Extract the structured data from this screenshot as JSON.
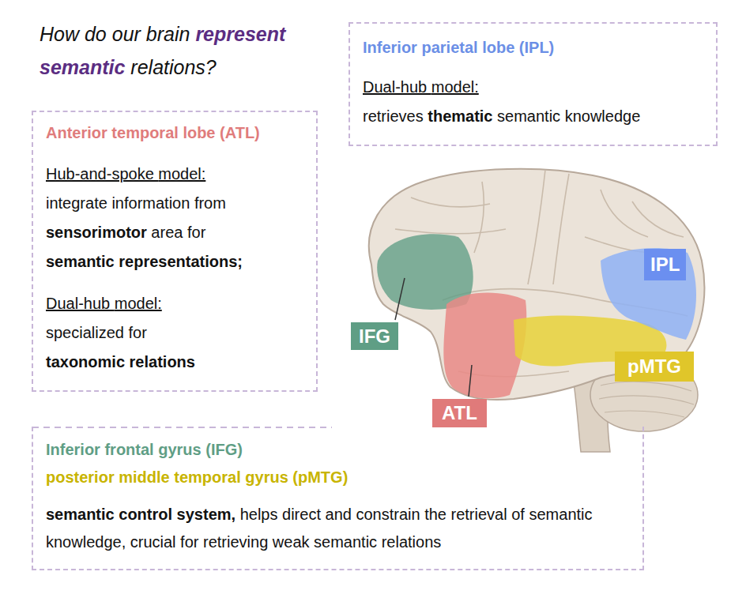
{
  "diagram": {
    "title": "How do our brain represent semantic relations?",
    "nodes": [
      {
        "text": [
          "Inferior parietal lobe (IPL)",
          "Dual-hub model:",
          "retrieves thematic semantic knowledge"
        ]
      },
      {
        "text": [
          "Anterior temporal lobe (ATL)",
          "Hub-and-spoke model:",
          "integrate information from sensorimotor area for semantic representations;",
          "Dual-hub model:",
          "specialized for taxonomic relations"
        ]
      },
      {
        "text": [
          "IPL"
        ]
      },
      {
        "text": [
          "IFG"
        ]
      },
      {
        "text": [
          "pMTG"
        ]
      },
      {
        "text": [
          "ATL"
        ]
      },
      {
        "text": [
          "Inferior frontal gyrus (IFG)",
          "posterior middle temporal gyrus (pMTG)",
          "semantic control system, helps direct and constrain the retrieval of semantic knowledge, crucial for retrieving weak semantic relations"
        ]
      }
    ]
  }
}
